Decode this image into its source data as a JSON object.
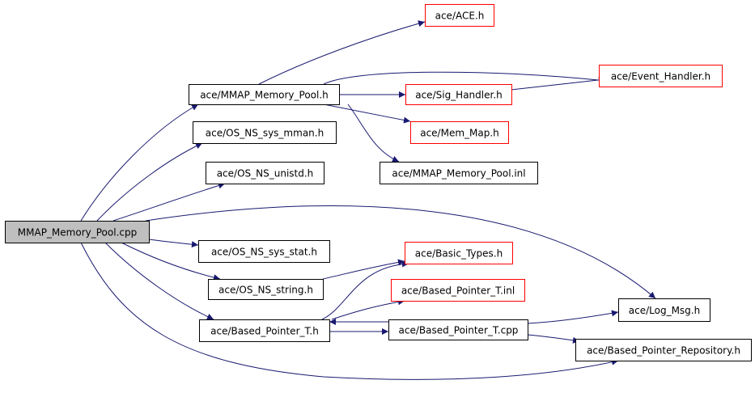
{
  "colors": {
    "edge": "#191970",
    "normal_border": "#000000",
    "incomplete_border": "#ff0000",
    "root_fill": "#bfbfbf",
    "node_fill": "#ffffff"
  },
  "nodes": [
    {
      "id": "root",
      "label": "MMAP_Memory_Pool.cpp",
      "kind": "root"
    },
    {
      "id": "mmap_h",
      "label": "ace/MMAP_Memory_Pool.h",
      "kind": "normal"
    },
    {
      "id": "ace_h",
      "label": "ace/ACE.h",
      "kind": "incomplete"
    },
    {
      "id": "event_handler_h",
      "label": "ace/Event_Handler.h",
      "kind": "incomplete"
    },
    {
      "id": "sig_handler_h",
      "label": "ace/Sig_Handler.h",
      "kind": "incomplete"
    },
    {
      "id": "mem_map_h",
      "label": "ace/Mem_Map.h",
      "kind": "incomplete"
    },
    {
      "id": "mmap_inl",
      "label": "ace/MMAP_Memory_Pool.inl",
      "kind": "normal"
    },
    {
      "id": "os_sys_mman_h",
      "label": "ace/OS_NS_sys_mman.h",
      "kind": "normal"
    },
    {
      "id": "os_unistd_h",
      "label": "ace/OS_NS_unistd.h",
      "kind": "normal"
    },
    {
      "id": "os_sys_stat_h",
      "label": "ace/OS_NS_sys_stat.h",
      "kind": "normal"
    },
    {
      "id": "os_string_h",
      "label": "ace/OS_NS_string.h",
      "kind": "normal"
    },
    {
      "id": "basic_types_h",
      "label": "ace/Basic_Types.h",
      "kind": "incomplete"
    },
    {
      "id": "based_ptr_inl",
      "label": "ace/Based_Pointer_T.inl",
      "kind": "incomplete"
    },
    {
      "id": "based_ptr_h",
      "label": "ace/Based_Pointer_T.h",
      "kind": "normal"
    },
    {
      "id": "based_ptr_cpp",
      "label": "ace/Based_Pointer_T.cpp",
      "kind": "normal"
    },
    {
      "id": "log_msg_h",
      "label": "ace/Log_Msg.h",
      "kind": "normal"
    },
    {
      "id": "based_ptr_repo_h",
      "label": "ace/Based_Pointer_Repository.h",
      "kind": "normal"
    }
  ],
  "edges": [
    {
      "from": "root",
      "to": "mmap_h"
    },
    {
      "from": "root",
      "to": "os_sys_mman_h"
    },
    {
      "from": "root",
      "to": "os_unistd_h"
    },
    {
      "from": "root",
      "to": "log_msg_h"
    },
    {
      "from": "root",
      "to": "os_sys_stat_h"
    },
    {
      "from": "root",
      "to": "os_string_h"
    },
    {
      "from": "root",
      "to": "based_ptr_h"
    },
    {
      "from": "root",
      "to": "based_ptr_repo_h"
    },
    {
      "from": "mmap_h",
      "to": "ace_h"
    },
    {
      "from": "mmap_h",
      "to": "event_handler_h"
    },
    {
      "from": "mmap_h",
      "to": "sig_handler_h"
    },
    {
      "from": "mmap_h",
      "to": "mem_map_h"
    },
    {
      "from": "mmap_h",
      "to": "mmap_inl"
    },
    {
      "from": "sig_handler_h",
      "to": "event_handler_h"
    },
    {
      "from": "os_string_h",
      "to": "basic_types_h"
    },
    {
      "from": "based_ptr_h",
      "to": "basic_types_h"
    },
    {
      "from": "based_ptr_h",
      "to": "based_ptr_inl"
    },
    {
      "from": "based_ptr_h",
      "to": "based_ptr_cpp"
    },
    {
      "from": "based_ptr_cpp",
      "to": "based_ptr_h"
    },
    {
      "from": "based_ptr_cpp",
      "to": "log_msg_h"
    },
    {
      "from": "based_ptr_cpp",
      "to": "based_ptr_repo_h"
    }
  ]
}
